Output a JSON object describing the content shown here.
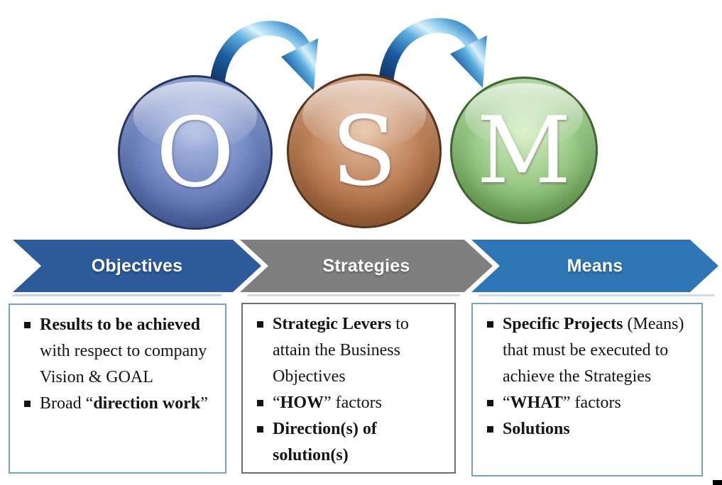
{
  "diagram": {
    "circles": [
      {
        "letter": "O",
        "name": "objectives",
        "color": "#7186c1",
        "outline": "#233666"
      },
      {
        "letter": "S",
        "name": "strategies",
        "color": "#bd8058",
        "outline": "#5a3418"
      },
      {
        "letter": "M",
        "name": "means",
        "color": "#92c47f",
        "outline": "#3c672f"
      }
    ],
    "arrows": [
      {
        "name": "o-to-s",
        "color": "#1c5ca3"
      },
      {
        "name": "s-to-m",
        "color": "#1c5ca3"
      }
    ],
    "banners": [
      {
        "label": "Objectives",
        "color": "#2d5b9b"
      },
      {
        "label": "Strategies",
        "color": "#7f7f7f"
      },
      {
        "label": "Means",
        "color": "#2e75b6"
      }
    ],
    "boxes": [
      {
        "border_color": "#7aa0cc",
        "bullets": [
          [
            {
              "t": "Results to be achieved",
              "b": true
            },
            {
              "t": " with respect to company Vision & GOAL",
              "b": false
            }
          ],
          [
            {
              "t": "Broad “",
              "b": false
            },
            {
              "t": "direction work",
              "b": true
            },
            {
              "t": "”",
              "b": false
            }
          ]
        ]
      },
      {
        "border_color": "#6e6e6e",
        "bullets": [
          [
            {
              "t": "Strategic Levers",
              "b": true
            },
            {
              "t": " to attain the Business Objectives",
              "b": false
            }
          ],
          [
            {
              "t": "“",
              "b": false
            },
            {
              "t": "HOW",
              "b": true
            },
            {
              "t": "” factors",
              "b": false
            }
          ],
          [
            {
              "t": "Direction(s) of solution(s)",
              "b": true
            }
          ]
        ]
      },
      {
        "border_color": "#7aa0cc",
        "bullets": [
          [
            {
              "t": "Specific Projects",
              "b": true
            },
            {
              "t": " (Means) that must be executed to achieve the Strategies",
              "b": false
            }
          ],
          [
            {
              "t": "“",
              "b": false
            },
            {
              "t": "WHAT",
              "b": true
            },
            {
              "t": "” factors",
              "b": false
            }
          ],
          [
            {
              "t": "Solutions",
              "b": true
            }
          ]
        ]
      }
    ]
  }
}
